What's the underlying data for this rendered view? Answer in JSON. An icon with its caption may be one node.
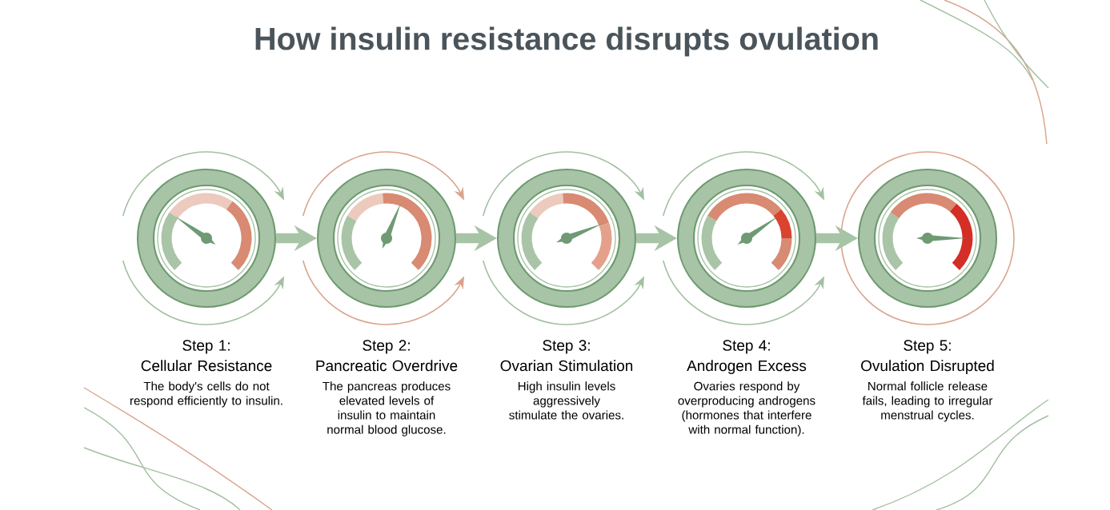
{
  "diagram": {
    "title": "How insulin resistance disrupts ovulation",
    "nodes": [
      {
        "text": [
          "Step 1: Cellular Resistance",
          "The body's cells do not respond efficiently to insulin."
        ]
      },
      {
        "text": [
          "Step 2: Pancreatic Overdrive",
          "The pancreas produces elevated levels of insulin to maintain normal blood glucose."
        ]
      },
      {
        "text": [
          "Step 3: Ovarian Stimulation",
          "High insulin levels aggressively stimulate the ovaries."
        ]
      },
      {
        "text": [
          "Step 4: Androgen Excess",
          "Ovaries respond by overproducing androgens (hormones that interfere with normal function)."
        ]
      },
      {
        "text": [
          "Step 5: Ovulation Disrupted",
          "Normal follicle release fails, leading to irregular menstrual cycles."
        ]
      }
    ],
    "edges": [
      {
        "from": 0,
        "to": 1,
        "arrow": "to"
      },
      {
        "from": 1,
        "to": 2,
        "arrow": "to"
      },
      {
        "from": 2,
        "to": 3,
        "arrow": "to"
      },
      {
        "from": 3,
        "to": 4,
        "arrow": "to"
      }
    ]
  }
}
